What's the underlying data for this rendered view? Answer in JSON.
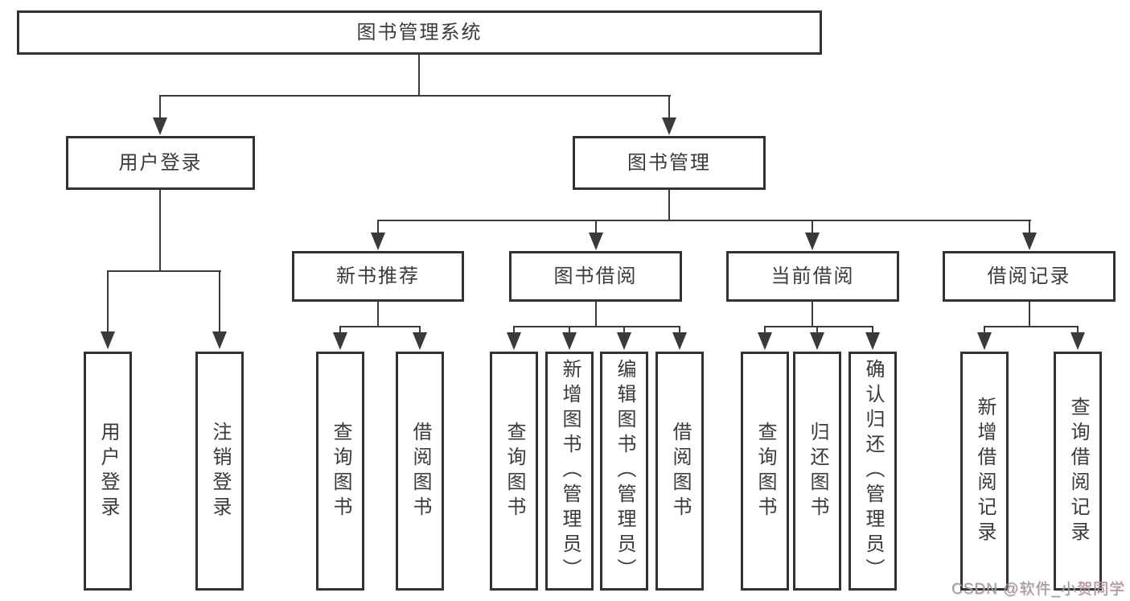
{
  "colors": {
    "background": "#ffffff",
    "line": "#3a3a3a",
    "box_border": "#333333",
    "text": "#3a3a3a",
    "watermark": "#9c9c9c"
  },
  "icons": {
    "arrowhead": "filled-down-triangle"
  },
  "watermark": {
    "text": "CSDN @软件_小贺同学"
  },
  "tree": {
    "label": "图书管理系统",
    "children": [
      {
        "label": "用户登录",
        "children": [
          {
            "label": "用户登录"
          },
          {
            "label": "注销登录"
          }
        ]
      },
      {
        "label": "图书管理",
        "children": [
          {
            "label": "新书推荐",
            "children": [
              {
                "label": "查询图书"
              },
              {
                "label": "借阅图书"
              }
            ]
          },
          {
            "label": "图书借阅",
            "children": [
              {
                "label": "查询图书"
              },
              {
                "label": "新增图书（管理员）"
              },
              {
                "label": "编辑图书（管理员）"
              },
              {
                "label": "借阅图书"
              }
            ]
          },
          {
            "label": "当前借阅",
            "children": [
              {
                "label": "查询图书"
              },
              {
                "label": "归还图书"
              },
              {
                "label": "确认归还（管理员）"
              }
            ]
          },
          {
            "label": "借阅记录",
            "children": [
              {
                "label": "新增借阅记录"
              },
              {
                "label": "查询借阅记录"
              }
            ]
          }
        ]
      }
    ]
  }
}
